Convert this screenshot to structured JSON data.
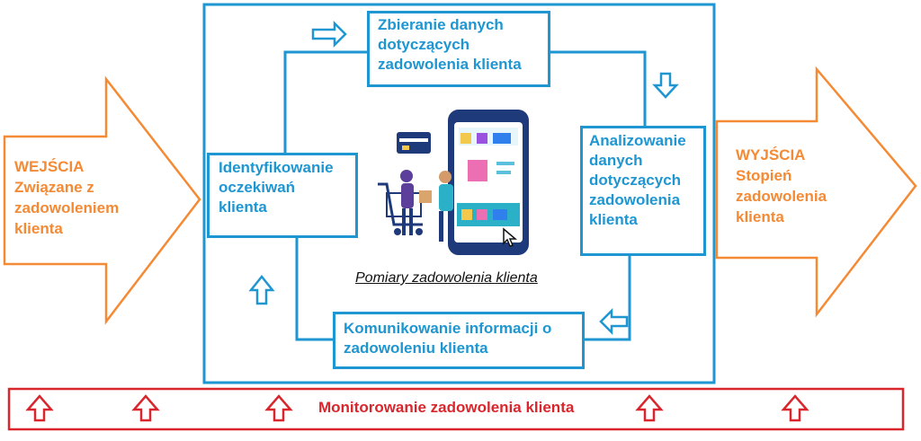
{
  "input": {
    "text": "WEJŚCIA\nZwiązane z\nzadowoleniem\nklienta"
  },
  "output": {
    "text": "WYJŚCIA\nStopień\nzadowolenia\nklienta"
  },
  "process": {
    "collect": "Zbieranie danych\n dotyczących\nzadowolenia klienta",
    "analyze": "Analizowanie\ndanych\ndotyczących\nzadowolenia\nklienta",
    "communicate": "Komunikowanie informacji o\nzadowoleniu klienta",
    "identify": "Identyfikowanie\noczekiwań\nklienta"
  },
  "caption": "Pomiary zadowolenia klienta",
  "monitoring": "Monitorowanie zadowolenia klienta",
  "colors": {
    "orange": "#f58a34",
    "blue": "#1e96d2",
    "red": "#d9262c"
  },
  "icons": [
    "shopping-illustration-icon",
    "hollow-arrow-icon"
  ]
}
